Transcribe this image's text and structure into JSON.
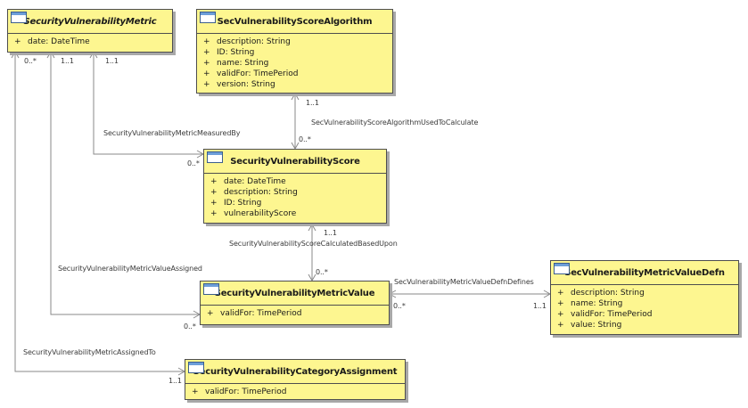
{
  "classes": {
    "metric": {
      "name": "SecurityVulnerabilityMetric",
      "attributes": [
        {
          "visibility": "+",
          "text": "date: DateTime"
        }
      ]
    },
    "algorithm": {
      "name": "SecVulnerabilityScoreAlgorithm",
      "attributes": [
        {
          "visibility": "+",
          "text": "description: String"
        },
        {
          "visibility": "+",
          "text": "ID: String"
        },
        {
          "visibility": "+",
          "text": "name: String"
        },
        {
          "visibility": "+",
          "text": "validFor: TimePeriod"
        },
        {
          "visibility": "+",
          "text": "version: String"
        }
      ]
    },
    "score": {
      "name": "SecurityVulnerabilityScore",
      "attributes": [
        {
          "visibility": "+",
          "text": "date: DateTime"
        },
        {
          "visibility": "+",
          "text": "description: String"
        },
        {
          "visibility": "+",
          "text": "ID: String"
        },
        {
          "visibility": "+",
          "text": "vulnerabilityScore"
        }
      ]
    },
    "metric_value": {
      "name": "SecurityVulnerabilityMetricValue",
      "attributes": [
        {
          "visibility": "+",
          "text": "validFor: TimePeriod"
        }
      ]
    },
    "value_defn": {
      "name": "SecVulnerabilityMetricValueDefn",
      "attributes": [
        {
          "visibility": "+",
          "text": "description: String"
        },
        {
          "visibility": "+",
          "text": "name: String"
        },
        {
          "visibility": "+",
          "text": "validFor: TimePeriod"
        },
        {
          "visibility": "+",
          "text": "value: String"
        }
      ]
    },
    "category_assignment": {
      "name": "SecurityVulnerabilityCategoryAssignment",
      "attributes": [
        {
          "visibility": "+",
          "text": "validFor: TimePeriod"
        }
      ]
    }
  },
  "associations": {
    "measured_by": {
      "name": "SecurityVulnerabilityMetricMeasuredBy",
      "source_mult": "1..1",
      "target_mult": "0..*"
    },
    "algorithm_used": {
      "name": "SecVulnerabilityScoreAlgorithmUsedToCalculate",
      "source_mult": "1..1",
      "target_mult": "0..*"
    },
    "calculated_based_upon": {
      "name": "SecurityVulnerabilityScoreCalculatedBasedUpon",
      "source_mult": "1..1",
      "target_mult": "0..*"
    },
    "value_assigned": {
      "name": "SecurityVulnerabilityMetricValueAssigned",
      "source_mult": "1..1",
      "target_mult": "0..*"
    },
    "value_defn_defines": {
      "name": "SecVulnerabilityMetricValueDefnDefines",
      "source_mult": "1..1",
      "target_mult": "0..*"
    },
    "assigned_to": {
      "name": "SecurityVulnerabilityMetricAssignedTo",
      "source_mult": "0..*",
      "target_mult": "1..1"
    }
  },
  "colors": {
    "class_fill": "#fdf690",
    "class_border": "#4e4e4e",
    "line": "#8a8a8a",
    "icon_header": "#6d9ed8"
  }
}
